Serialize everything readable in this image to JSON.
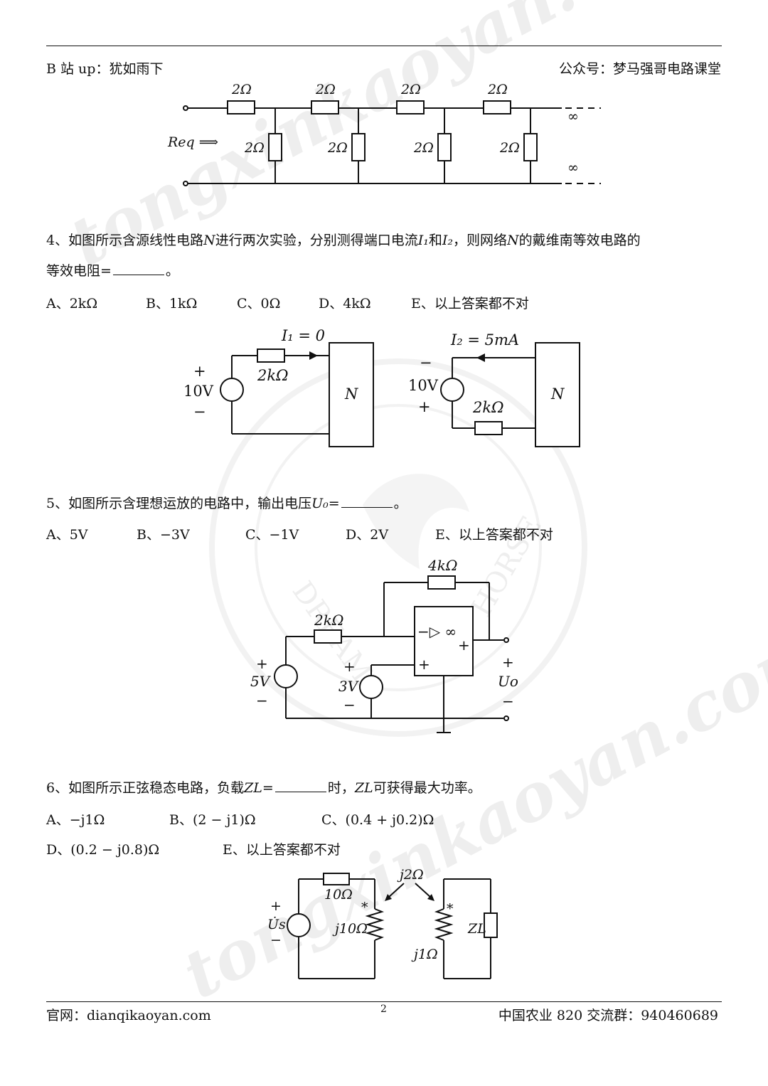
{
  "header": {
    "left": "B 站 up：犹如雨下",
    "right": "公众号：梦马强哥电路课堂"
  },
  "watermark": {
    "text": "tongxinkaoyan.com",
    "seal_letters_left": "DREAM",
    "seal_letters_right": "HORSE"
  },
  "ladder": {
    "labels": [
      "2Ω",
      "2Ω",
      "2Ω",
      "2Ω",
      "2Ω",
      "2Ω",
      "2Ω",
      "2Ω"
    ],
    "req": "Req ⟹",
    "infinity": "∞"
  },
  "q4": {
    "line1_a": "4、如图所示含源线性电路",
    "line1_b": "N",
    "line1_c": "进行两次实验，分别测得端口电流",
    "line1_d": "I₁",
    "line1_e": "和",
    "line1_f": "I₂",
    "line1_g": "，则网络",
    "line1_h": "N",
    "line1_i": "的戴维南等效电路的",
    "line2": "等效电阻=",
    "line2_end": "。",
    "options": [
      "A、2kΩ",
      "B、1kΩ",
      "C、0Ω",
      "D、4kΩ",
      "E、以上答案都不对"
    ],
    "fig1": {
      "current": "I₁ = 0",
      "resistor": "2kΩ",
      "source": "10V",
      "plus": "+",
      "minus": "−",
      "network": "N"
    },
    "fig2": {
      "current": "I₂ = 5mA",
      "resistor": "2kΩ",
      "source": "10V",
      "plus": "+",
      "minus": "−",
      "network": "N"
    }
  },
  "q5": {
    "text_a": "5、如图所示含理想运放的电路中，输出电压",
    "text_b": "U₀",
    "text_c": "=",
    "text_end": "。",
    "options": [
      "A、5V",
      "B、−3V",
      "C、−1V",
      "D、2V",
      "E、以上答案都不对"
    ],
    "fig": {
      "feedback": "4kΩ",
      "input_resistor": "2kΩ",
      "opamp": "−▷ ∞",
      "out_plus": "+",
      "in_plus": "+",
      "source1": "5V",
      "source2": "3V",
      "output": "Uo",
      "plus": "+",
      "minus": "−"
    }
  },
  "q6": {
    "text_a": "6、如图所示正弦稳态电路，负载",
    "text_b": "ZL",
    "text_c": "=",
    "text_d": "时，",
    "text_e": "ZL",
    "text_f": "可获得最大功率。",
    "options_row1": [
      "A、−j1Ω",
      "B、(2 − j1)Ω",
      "C、(0.4 + j0.2)Ω"
    ],
    "options_row2": [
      "D、(0.2 − j0.8)Ω",
      "E、以上答案都不对"
    ],
    "fig": {
      "resistor": "10Ω",
      "mutual": "j2Ω",
      "l1": "j10Ω",
      "l2": "j1Ω",
      "load": "ZL",
      "source": "U̇s",
      "plus": "+",
      "minus": "−",
      "dot": "*"
    }
  },
  "footer": {
    "left": "官网：dianqikaoyan.com",
    "page": "2",
    "right": "中国农业 820 交流群：940460689"
  }
}
